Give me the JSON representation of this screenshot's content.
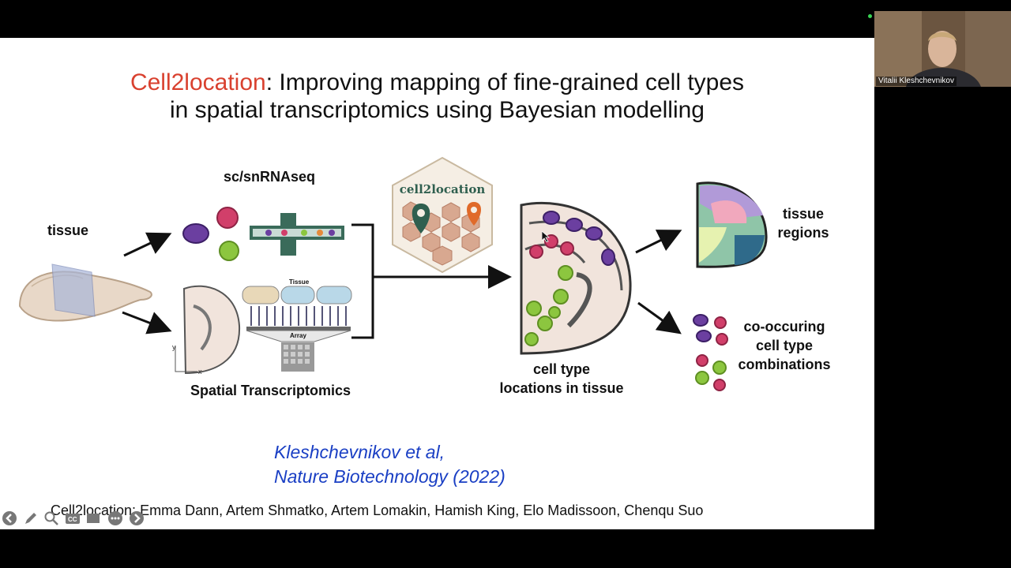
{
  "slide": {
    "title_highlight": "Cell2location",
    "title_line1_rest": ": Improving mapping of fine-grained cell types",
    "title_line2": "in spatial transcriptomics using Bayesian modelling",
    "labels": {
      "tissue": "tissue",
      "scrnaseq": "sc/snRNAseq",
      "spatial": "Spatial Transcriptomics",
      "logo": "cell2location",
      "tissue_label_small": "Tissue",
      "array_label_small": "Array",
      "axis_y": "y",
      "axis_x": "x",
      "cell_type_locations_1": "cell type",
      "cell_type_locations_2": "locations in tissue",
      "tissue_regions_1": "tissue",
      "tissue_regions_2": "regions",
      "cooccur_1": "co-occuring",
      "cooccur_2": "cell type",
      "cooccur_3": "combinations"
    },
    "citation_line1": "Kleshchevnikov et al,",
    "citation_line2": "Nature Biotechnology (2022)",
    "credits": "Cell2location: Emma Dann, Artem Shmatko, Artem Lomakin, Hamish King, Elo Madissoon, Chenqu Suo"
  },
  "webcam": {
    "participant_name": "Vitalii Kleshchevnikov"
  },
  "controls": [
    "back-icon",
    "pen-icon",
    "zoom-icon",
    "captions-icon",
    "screen-icon",
    "more-icon",
    "forward-icon"
  ],
  "colors": {
    "highlight": "#d9412f",
    "citation": "#1a3fc4",
    "purple_cell": "#6b3fa0",
    "pink_cell": "#d13f6a",
    "green_cell": "#8cc63f"
  }
}
